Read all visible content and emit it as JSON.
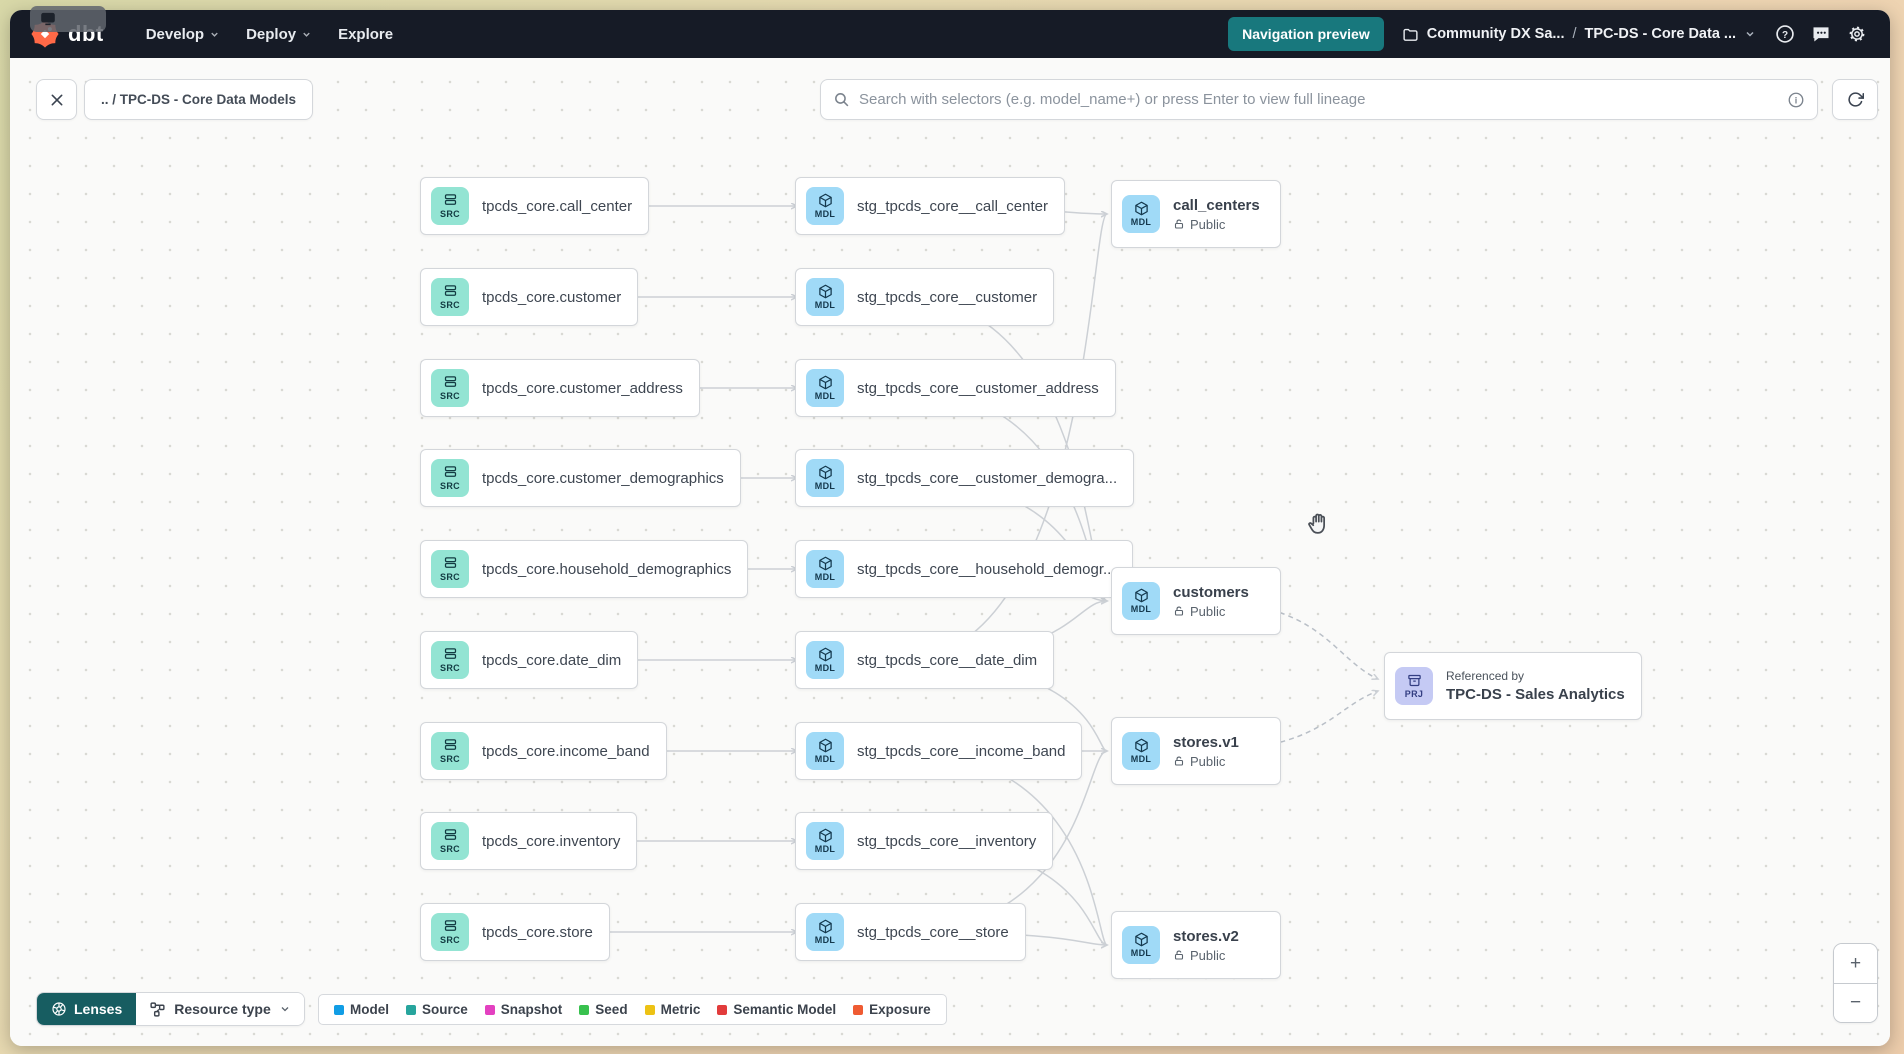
{
  "navbar": {
    "logo_text": "dbt",
    "menus": [
      {
        "label": "Develop"
      },
      {
        "label": "Deploy"
      },
      {
        "label": "Explore"
      }
    ],
    "preview_button": "Navigation preview",
    "breadcrumb": {
      "account": "Community DX Sa...",
      "separator": "/",
      "project": "TPC-DS - Core Data ..."
    },
    "help_glyph": "?"
  },
  "toolbar": {
    "breadcrumb_chip": ".. / TPC-DS - Core Data Models",
    "search_placeholder": "Search with selectors (e.g. model_name+) or press Enter to view full lineage",
    "info_glyph": "i"
  },
  "graph": {
    "badges": {
      "source": "SRC",
      "model": "MDL",
      "project": "PRJ"
    },
    "rows": [
      {
        "source": "tpcds_core.call_center",
        "staging": "stg_tpcds_core__call_center"
      },
      {
        "source": "tpcds_core.customer",
        "staging": "stg_tpcds_core__customer"
      },
      {
        "source": "tpcds_core.customer_address",
        "staging": "stg_tpcds_core__customer_address"
      },
      {
        "source": "tpcds_core.customer_demographics",
        "staging": "stg_tpcds_core__customer_demogra..."
      },
      {
        "source": "tpcds_core.household_demographics",
        "staging": "stg_tpcds_core__household_demogr..."
      },
      {
        "source": "tpcds_core.date_dim",
        "staging": "stg_tpcds_core__date_dim"
      },
      {
        "source": "tpcds_core.income_band",
        "staging": "stg_tpcds_core__income_band"
      },
      {
        "source": "tpcds_core.inventory",
        "staging": "stg_tpcds_core__inventory"
      },
      {
        "source": "tpcds_core.store",
        "staging": "stg_tpcds_core__store"
      }
    ],
    "public_models": [
      {
        "name": "call_centers",
        "access": "Public"
      },
      {
        "name": "customers",
        "access": "Public"
      },
      {
        "name": "stores.v1",
        "access": "Public"
      },
      {
        "name": "stores.v2",
        "access": "Public"
      }
    ],
    "project_node": {
      "caption": "Referenced by",
      "name": "TPC-DS - Sales Analytics"
    },
    "edges": [
      "M 420 148 H 787",
      "M 420 239 H 787",
      "M 420 330 H 787",
      "M 420 420 H 787",
      "M 420 511 H 787",
      "M 420 602 H 787",
      "M 420 693 H 787",
      "M 420 783 H 787",
      "M 420 874 H 787",
      "M 890 148 C 1030 148 1052 156 1097 156",
      "M 890 602 C 1080 602 1080 156 1097 156",
      "M 890 239 C 1080 239 1080 543 1097 543",
      "M 890 330 C 1080 330 1080 543 1097 543",
      "M 890 420 C 1075 420 1075 543 1097 543",
      "M 890 511 C 1070 511 1070 543 1097 543",
      "M 890 602 C 1064 602 1064 543 1097 543",
      "M 890 693 H 1097",
      "M 890 602 C 1086 602 1086 693 1097 693",
      "M 890 874 C 1075 874 1075 693 1097 693",
      "M 890 783 C 1080 783 1080 887 1097 887",
      "M 890 874 C 1070 874 1070 887 1097 887",
      "M 890 693 C 1086 693 1086 887 1097 887",
      "M 1190 543 C 1312 543 1322 600 1368 621",
      "M 1190 693 C 1312 693 1322 650 1368 633"
    ]
  },
  "footer": {
    "lenses_label": "Lenses",
    "resource_type_label": "Resource type",
    "legend": [
      {
        "label": "Model",
        "color": "#119de5"
      },
      {
        "label": "Source",
        "color": "#27a59d"
      },
      {
        "label": "Snapshot",
        "color": "#e340c0"
      },
      {
        "label": "Seed",
        "color": "#38c14e"
      },
      {
        "label": "Metric",
        "color": "#edc214"
      },
      {
        "label": "Semantic Model",
        "color": "#e23c3c"
      },
      {
        "label": "Exposure",
        "color": "#ef5b32"
      }
    ]
  },
  "zoom_controls": {
    "zoom_in": "+",
    "zoom_out": "−"
  },
  "colors": {
    "navbar_bg": "#161b26",
    "preview_button_bg": "#18787d",
    "lenses_button_bg": "#175d61",
    "source_icon_bg": "#93e4d3",
    "model_icon_bg": "#a0daf7",
    "project_icon_bg": "#c5caf4",
    "dbt_orange": "#ff6947"
  }
}
